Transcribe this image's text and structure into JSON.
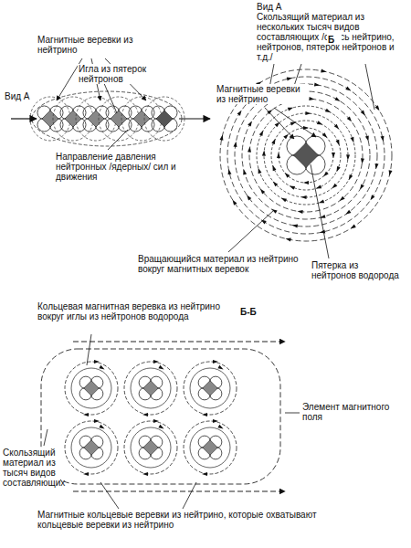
{
  "diagram": {
    "labels": [
      "Вид А",
      "Скользящий материал из нескольких тысяч видов составляющих /смесь нейтрино, нейтронов, пятерок нейтронов и т.д./",
      "Магнитные веревки из нейтрино",
      "Игла из пятерок нейтронов",
      "Вид А",
      "Направление давления нейтронных /ядерных/ сил и движения",
      "Магнитные веревки из нейтрино",
      "Б",
      "Вращающийся материал из нейтрино вокруг магнитных веревок",
      "Пятерка из нейтронов водорода",
      "Б-Б",
      "Кольцевая магнитная веревка из нейтрино вокруг иглы из нейтронов водорода",
      "Элемент магнитного поля",
      "Скользящий материал из тысяч видов составляющих",
      "Магнитные кольцевые веревки из нейтрино, которые охватывают кольцевые веревки из нейтрино"
    ]
  }
}
